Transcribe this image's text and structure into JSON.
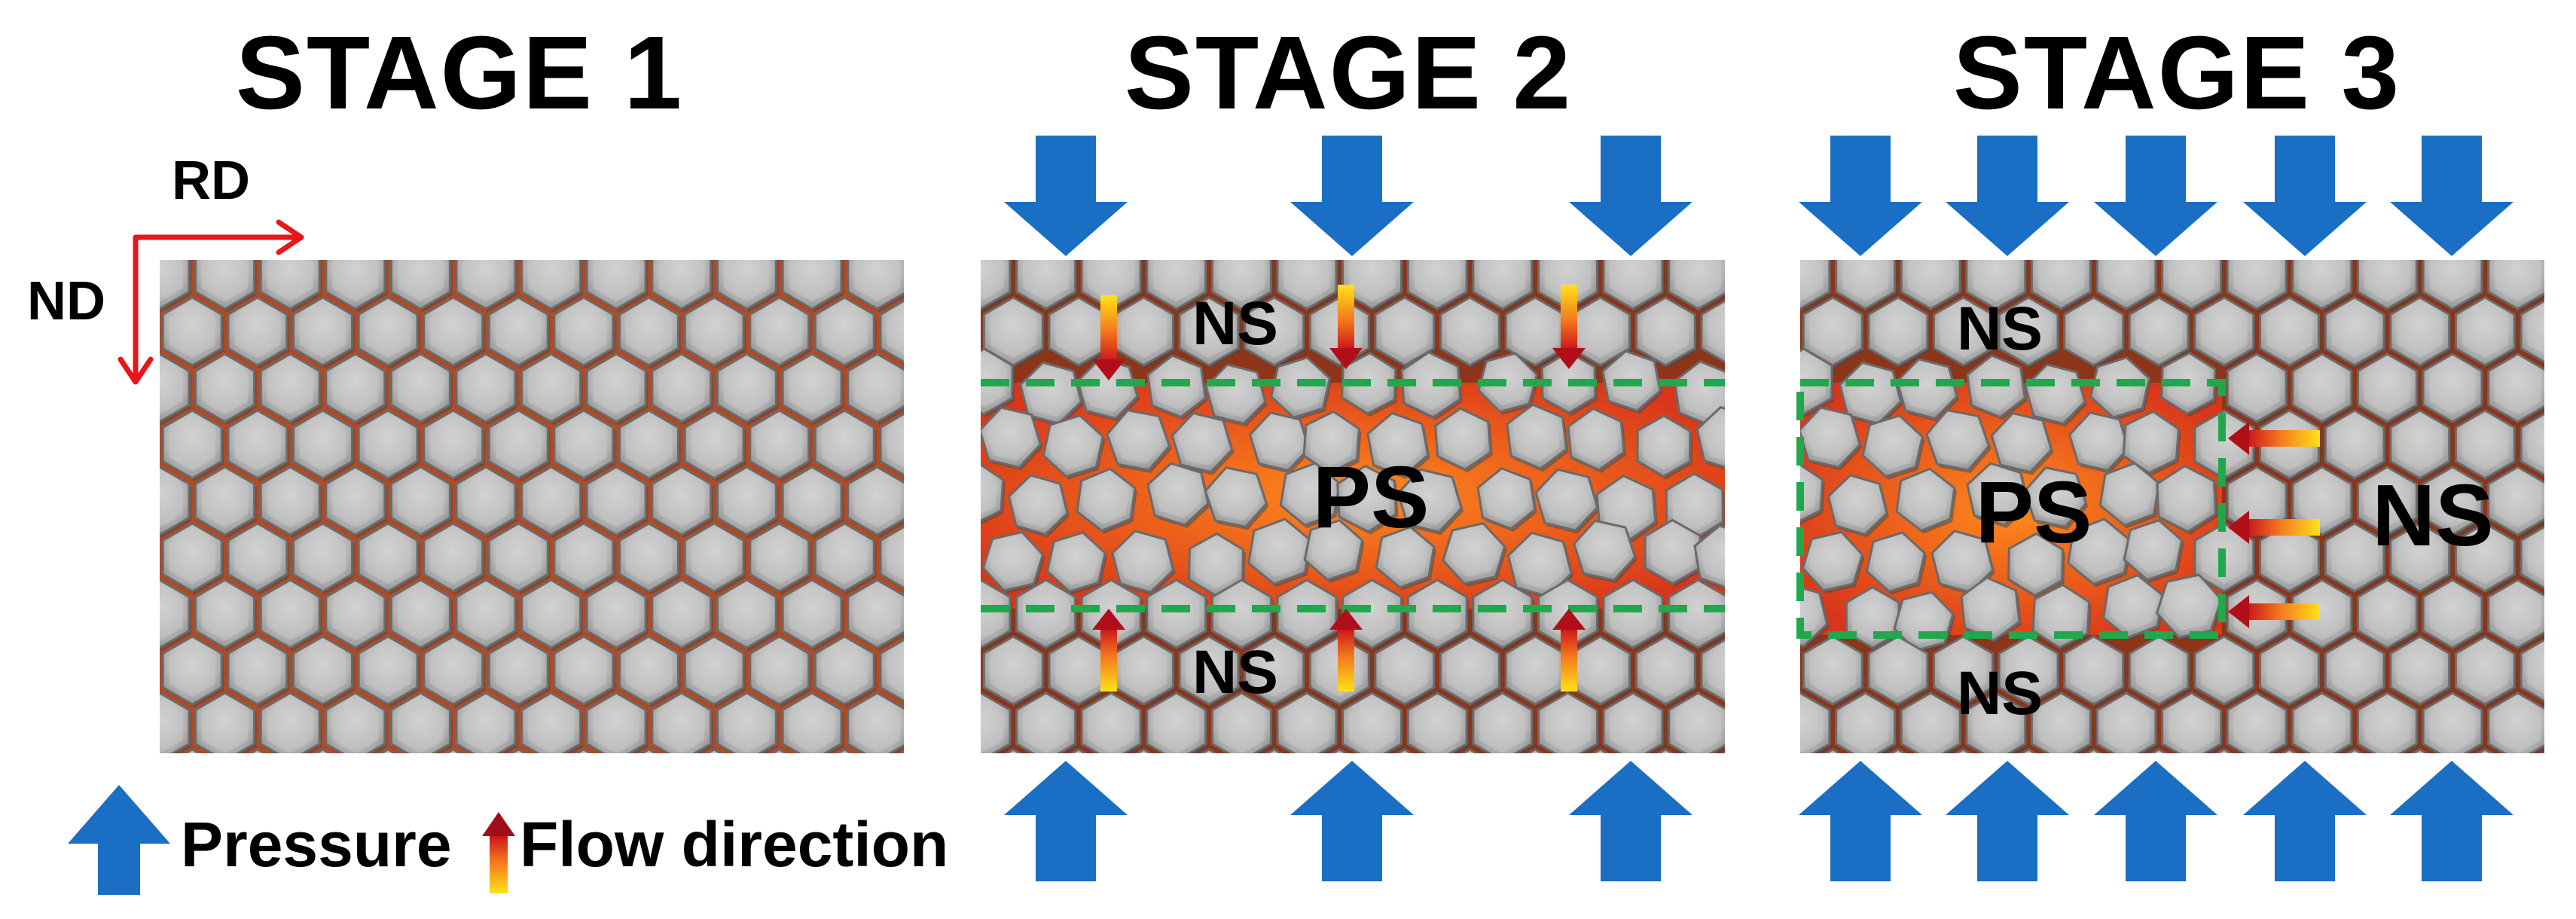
{
  "stages": [
    {
      "title": "STAGE 1"
    },
    {
      "title": "STAGE 2"
    },
    {
      "title": "STAGE 3"
    }
  ],
  "axes": {
    "rd": "RD",
    "nd": "ND"
  },
  "regions": {
    "stage2": {
      "top": "NS",
      "middle": "PS",
      "bottom": "NS"
    },
    "stage3": {
      "top": "NS",
      "middle": "PS",
      "right": "NS",
      "bottom": "NS"
    }
  },
  "legend": {
    "pressure": "Pressure",
    "flow": "Flow direction",
    "pressure_icon": "blue-arrow-icon",
    "flow_icon": "gradient-arrow-icon"
  },
  "colors": {
    "pressure_arrow": "#1a6fc4",
    "boundary_dashed": "#1fa94c",
    "axis_arrow": "#e8151b",
    "hexagon": "#b9b9b9",
    "hot_gap": "#e2421a",
    "warm_gap": "#f08a24"
  }
}
